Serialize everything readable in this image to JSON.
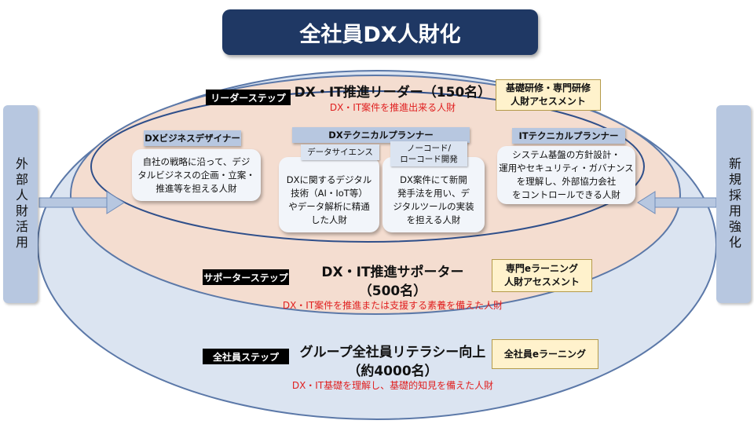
{
  "title": "全社員DX人財化",
  "external": "外部人財活用",
  "newhire": "新規採用強化",
  "leader": {
    "tag": "リーダーステップ",
    "heading": "DX・IT推進リーダー（150名）",
    "desc": "DX・IT案件を推進出来る人財",
    "training": [
      "基礎研修・専門研修",
      "人財アセスメント"
    ]
  },
  "supporter": {
    "tag": "サポーターステップ",
    "heading": [
      "DX・IT推進サポーター",
      "（500名）"
    ],
    "desc": "DX・IT案件を推進または支援する素養を備えた人財",
    "training": [
      "専門eラーニング",
      "人財アセスメント"
    ]
  },
  "all": {
    "tag": "全社員ステップ",
    "heading": [
      "グループ全社員リテラシー向上",
      "（約4000名）"
    ],
    "desc": "DX・IT基礎を理解し、基礎的知見を備えた人財",
    "training": [
      "全社員eラーニング"
    ]
  },
  "roles": {
    "business": {
      "label": "DXビジネスデザイナー",
      "desc": [
        "自社の戦略に沿って、デジ",
        "タルビジネスの企画・立案・",
        "推進等を担える人財"
      ]
    },
    "technical": {
      "label": "DXテクニカルプランナー",
      "sub1": "データサイエンス",
      "sub2": [
        "ノーコード/",
        "ローコード開発"
      ],
      "desc1": [
        "DXに関するデジタル",
        "技術（AI・IoT等）",
        "やデータ解析に精通",
        "した人財"
      ],
      "desc2": [
        "DX案件にて新開",
        "発手法を用い、デ",
        "ジタルツールの実装",
        "を担える人財"
      ]
    },
    "it": {
      "label": "ITテクニカルプランナー",
      "desc": [
        "システム基盤の方針設計・",
        "運用やセキュリティ・ガバナンス",
        "を理解し、外部協力会社",
        "をコントロールできる人財"
      ]
    }
  }
}
